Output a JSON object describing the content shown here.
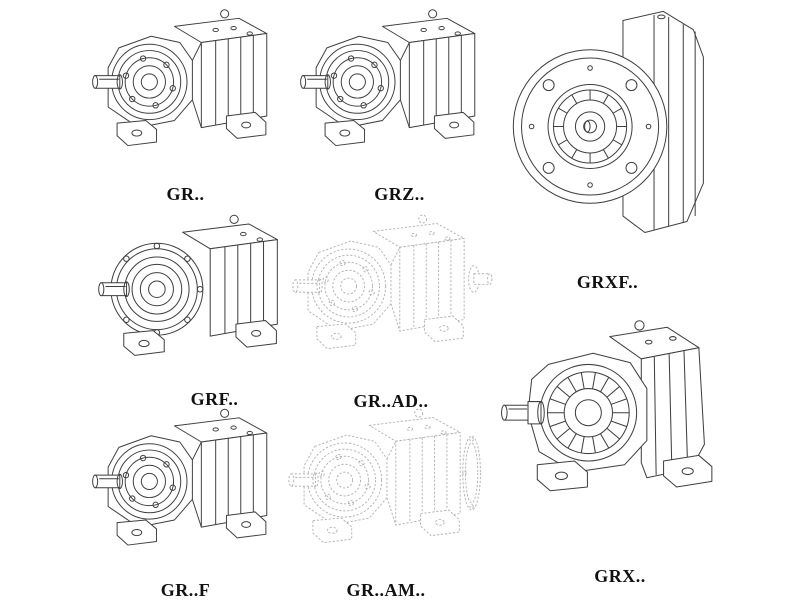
{
  "page": {
    "background": "#ffffff",
    "line_color": "#3f3f3f",
    "ghost_line_color": "#b3b3b3",
    "label_color": "#111111"
  },
  "figures": [
    {
      "id": "gr",
      "label": "GR..",
      "style": "solid",
      "type": "helical-inline-foot-mounted"
    },
    {
      "id": "grz",
      "label": "GRZ..",
      "style": "solid",
      "type": "helical-inline-foot-mounted"
    },
    {
      "id": "grxf",
      "label": "GRXF..",
      "style": "solid",
      "type": "helical-flange-mounted"
    },
    {
      "id": "grf",
      "label": "GRF..",
      "style": "solid",
      "type": "helical-inline-flange"
    },
    {
      "id": "gr-ad",
      "label": "GR..AD..",
      "style": "dashed",
      "type": "helical-inline-input-adapter"
    },
    {
      "id": "gr-f",
      "label": "GR..F",
      "style": "solid",
      "type": "helical-inline-foot-mounted"
    },
    {
      "id": "gr-am",
      "label": "GR..AM..",
      "style": "dashed",
      "type": "helical-inline-motor-flange"
    },
    {
      "id": "grx",
      "label": "GRX..",
      "style": "solid",
      "type": "helical-large-foot-mounted"
    }
  ]
}
